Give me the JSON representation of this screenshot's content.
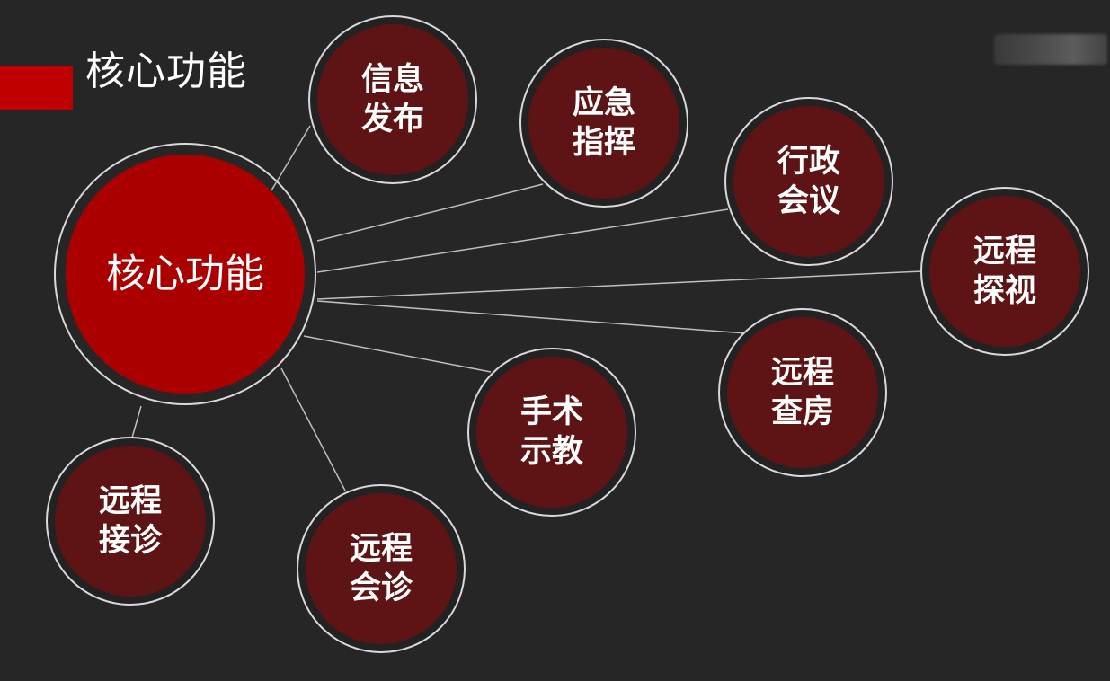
{
  "page": {
    "title": "核心功能"
  },
  "hub": {
    "label": "核心功能"
  },
  "nodes": [
    {
      "line1": "信息",
      "line2": "发布"
    },
    {
      "line1": "应急",
      "line2": "指挥"
    },
    {
      "line1": "行政",
      "line2": "会议"
    },
    {
      "line1": "远程",
      "line2": "探视"
    },
    {
      "line1": "远程",
      "line2": "查房"
    },
    {
      "line1": "手术",
      "line2": "示教"
    },
    {
      "line1": "远程",
      "line2": "会诊"
    },
    {
      "line1": "远程",
      "line2": "接诊"
    }
  ],
  "colors": {
    "background": "#262626",
    "accent": "#c00000",
    "hub_fill": "#aa0000",
    "node_fill": "#5e1414",
    "ring": "#d9d9d9"
  }
}
